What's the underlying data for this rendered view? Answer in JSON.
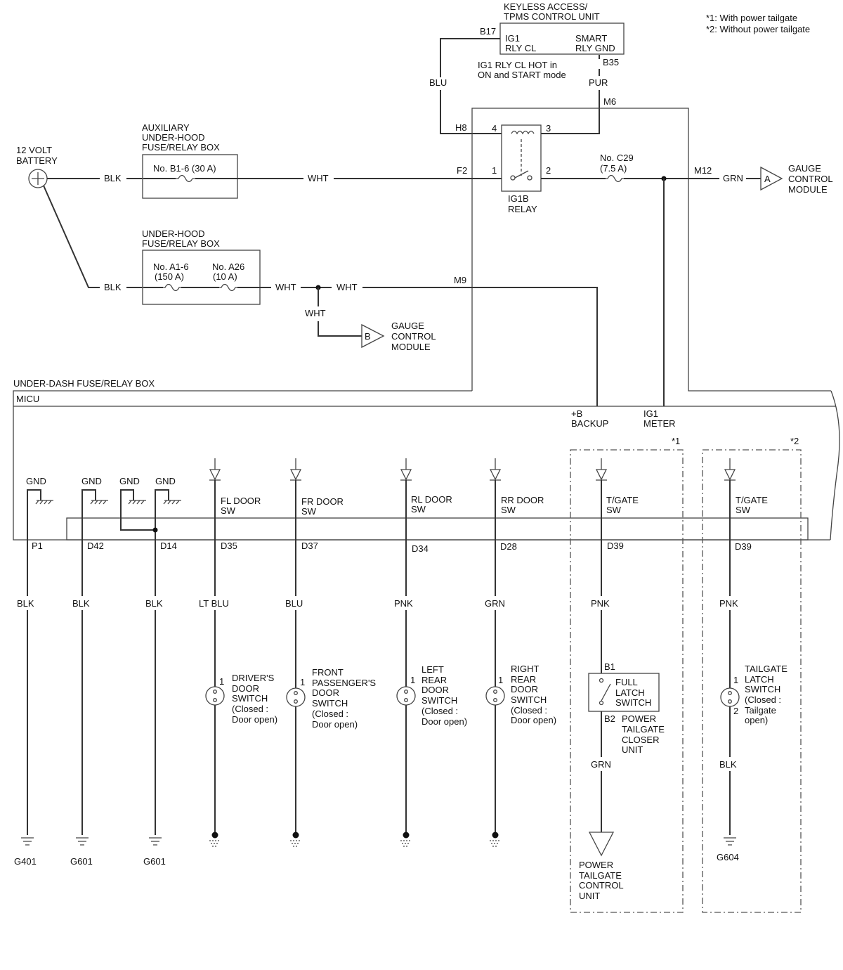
{
  "notes": {
    "note1": "*1: With power tailgate",
    "note2": "*2: Without power tailgate"
  },
  "keyless_unit": {
    "title1": "KEYLESS ACCESS/",
    "title2": "TPMS CONTROL UNIT",
    "pin_left": "B17",
    "pin_right": "B35",
    "term_left1": "IG1",
    "term_left2": "RLY CL",
    "term_right1": "SMART",
    "term_right2": "RLY GND",
    "desc1": "IG1 RLY CL HOT in",
    "desc2": "ON and START mode",
    "wire_left": "BLU",
    "wire_right": "PUR"
  },
  "battery": {
    "label1": "12 VOLT",
    "label2": "BATTERY"
  },
  "aux_fuse_box": {
    "title1": "AUXILIARY",
    "title2": "UNDER-HOOD",
    "title3": "FUSE/RELAY BOX",
    "fuse": "No. B1-6 (30 A)",
    "wire_in": "BLK",
    "wire_out": "WHT"
  },
  "underhood_fuse_box": {
    "title1": "UNDER-HOOD",
    "title2": "FUSE/RELAY BOX",
    "fuse1_line1": "No. A1-6",
    "fuse1_line2": "(150 A)",
    "fuse2_line1": "No. A26",
    "fuse2_line2": "(10 A)",
    "wire_in": "BLK",
    "wire_out": "WHT",
    "wire_branch": "WHT",
    "wire_down": "WHT"
  },
  "relay": {
    "pin_h8": "H8",
    "pin_f2": "F2",
    "pin_m6": "M6",
    "pin_m12": "M12",
    "pin_m9": "M9",
    "t1": "1",
    "t2": "2",
    "t3": "3",
    "t4": "4",
    "name1": "IG1B",
    "name2": "RELAY",
    "fuse_c29_1": "No. C29",
    "fuse_c29_2": "(7.5 A)",
    "wire_out": "GRN"
  },
  "gauge_a": {
    "conn": "A",
    "l1": "GAUGE",
    "l2": "CONTROL",
    "l3": "MODULE"
  },
  "gauge_b": {
    "conn": "B",
    "l1": "GAUGE",
    "l2": "CONTROL",
    "l3": "MODULE"
  },
  "underdash": {
    "title": "UNDER-DASH FUSE/RELAY BOX",
    "micu": "MICU",
    "backup1": "+B",
    "backup2": "BACKUP",
    "meter1": "IG1",
    "meter2": "METER",
    "star1": "*1",
    "star2": "*2"
  },
  "grounds": [
    {
      "label": "GND",
      "pin": "P1",
      "wire": "BLK",
      "gnd": "G401"
    },
    {
      "label": "GND",
      "pin": "D42",
      "wire": "BLK",
      "gnd": "G601"
    },
    {
      "label": "GND",
      "pin": "",
      "wire": "",
      "gnd": ""
    },
    {
      "label": "GND",
      "pin": "D14",
      "wire": "BLK",
      "gnd": "G601"
    }
  ],
  "door_switches": [
    {
      "in1": "FL DOOR",
      "in2": "SW",
      "pin": "D35",
      "wire": "LT BLU",
      "term": "1",
      "name": [
        "DRIVER'S",
        "DOOR",
        "SWITCH",
        "(Closed :",
        "Door open)"
      ]
    },
    {
      "in1": "FR DOOR",
      "in2": "SW",
      "pin": "D37",
      "wire": "BLU",
      "term": "1",
      "name": [
        "FRONT",
        "PASSENGER'S",
        "DOOR",
        "SWITCH",
        "(Closed :",
        "Door open)"
      ]
    },
    {
      "in1": "RL DOOR",
      "in2": "SW",
      "pin": "D34",
      "wire": "PNK",
      "term": "1",
      "name": [
        "LEFT",
        "REAR",
        "DOOR",
        "SWITCH",
        "(Closed :",
        "Door open)"
      ]
    },
    {
      "in1": "RR DOOR",
      "in2": "SW",
      "pin": "D28",
      "wire": "GRN",
      "term": "1",
      "name": [
        "RIGHT",
        "REAR",
        "DOOR",
        "SWITCH",
        "(Closed :",
        "Door open)"
      ]
    }
  ],
  "tailgate_power": {
    "in1": "T/GATE",
    "in2": "SW",
    "pin": "D39",
    "wire": "PNK",
    "b1": "B1",
    "b2": "B2",
    "sw1": "FULL",
    "sw2": "LATCH",
    "sw3": "SWITCH",
    "unit1": "POWER",
    "unit2": "TAILGATE",
    "unit3": "CLOSER",
    "unit4": "UNIT",
    "wire_out": "GRN",
    "ctrl1": "POWER",
    "ctrl2": "TAILGATE",
    "ctrl3": "CONTROL",
    "ctrl4": "UNIT"
  },
  "tailgate_manual": {
    "in1": "T/GATE",
    "in2": "SW",
    "pin": "D39",
    "wire": "PNK",
    "t1": "1",
    "t2": "2",
    "name": [
      "TAILGATE",
      "LATCH",
      "SWITCH",
      "(Closed :",
      "Tailgate",
      "open)"
    ],
    "wire_out": "BLK",
    "gnd": "G604"
  }
}
